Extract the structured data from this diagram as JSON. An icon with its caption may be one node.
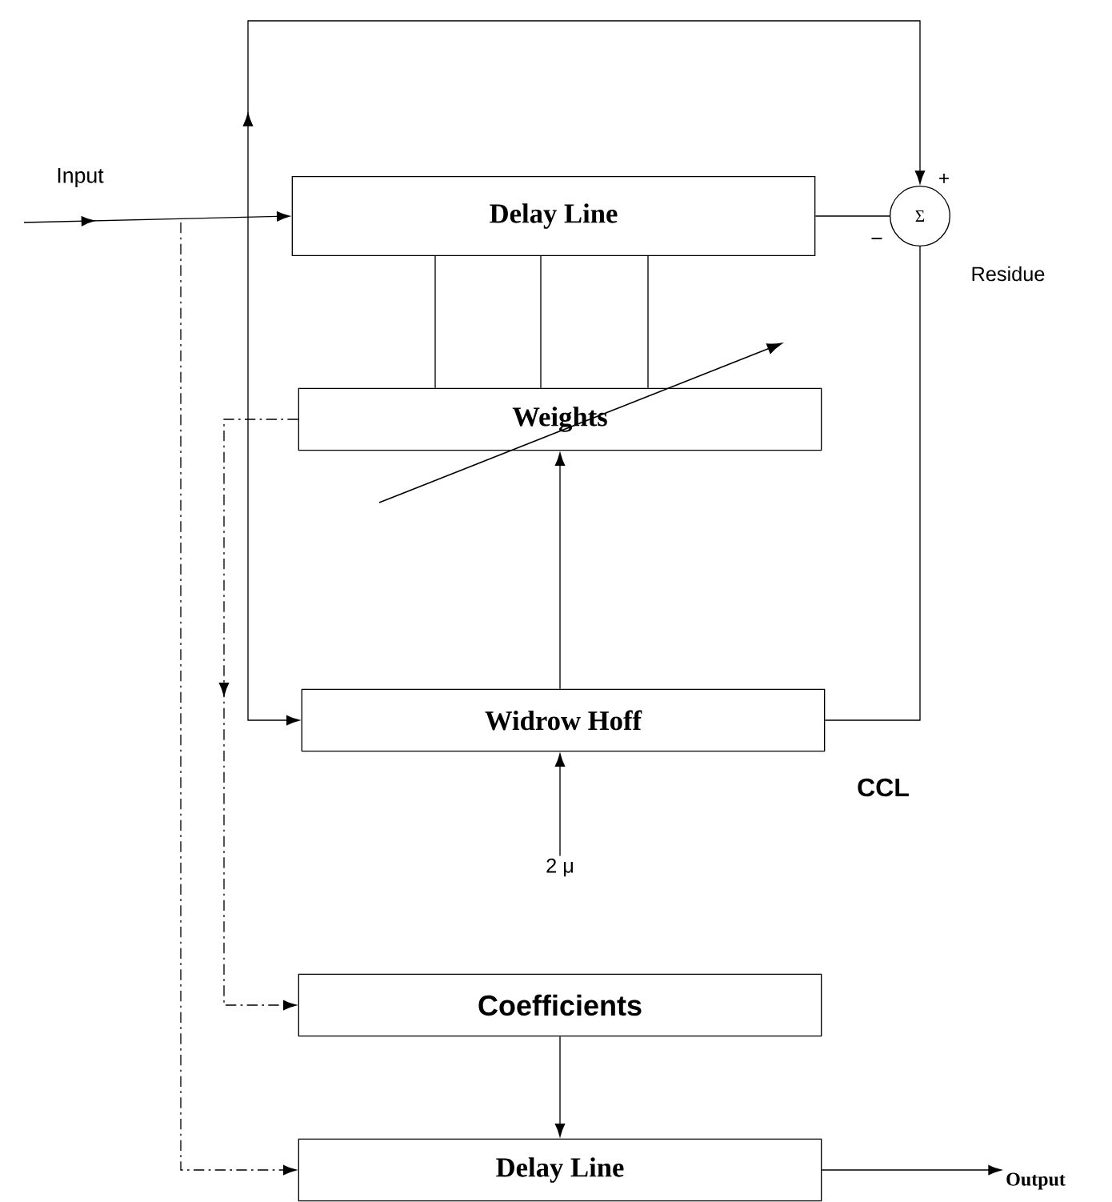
{
  "diagram": {
    "nodes": [
      {
        "text": [
          "Delay Line"
        ]
      },
      {
        "text": [
          "Σ"
        ]
      },
      {
        "text": [
          "Weights"
        ]
      },
      {
        "text": [
          "Widrow Hoff"
        ]
      },
      {
        "text": [
          "2 μ"
        ]
      },
      {
        "text": [
          "Coefficients"
        ]
      },
      {
        "text": [
          "Delay Line"
        ]
      },
      {
        "text": [
          "Output"
        ]
      }
    ],
    "edges": [
      {
        "from": null,
        "to": 0,
        "arrow": "to"
      },
      {
        "from": null,
        "to": 1,
        "arrow": "to"
      },
      {
        "from": null,
        "to": 3,
        "arrow": "to"
      },
      {
        "from": null,
        "to": 6,
        "arrow": "to",
        "style": "dashed"
      },
      {
        "from": 0,
        "to": 1,
        "arrow": "none"
      },
      {
        "from": 0,
        "to": 2,
        "arrow": "none"
      },
      {
        "from": 0,
        "to": 2,
        "arrow": "none"
      },
      {
        "from": 0,
        "to": 2,
        "arrow": "none"
      },
      {
        "from": 2,
        "to": 5,
        "arrow": "to",
        "style": "dashed"
      },
      {
        "from": 3,
        "to": 2,
        "arrow": "to"
      },
      {
        "from": 4,
        "to": 3,
        "arrow": "to"
      },
      {
        "from": 1,
        "to": 3,
        "arrow": "none"
      },
      {
        "from": 5,
        "to": 6,
        "arrow": "to"
      },
      {
        "from": 6,
        "to": 7,
        "arrow": "to"
      }
    ],
    "labels": [
      "Input",
      "+",
      "−",
      "Residue",
      "CCL"
    ]
  }
}
